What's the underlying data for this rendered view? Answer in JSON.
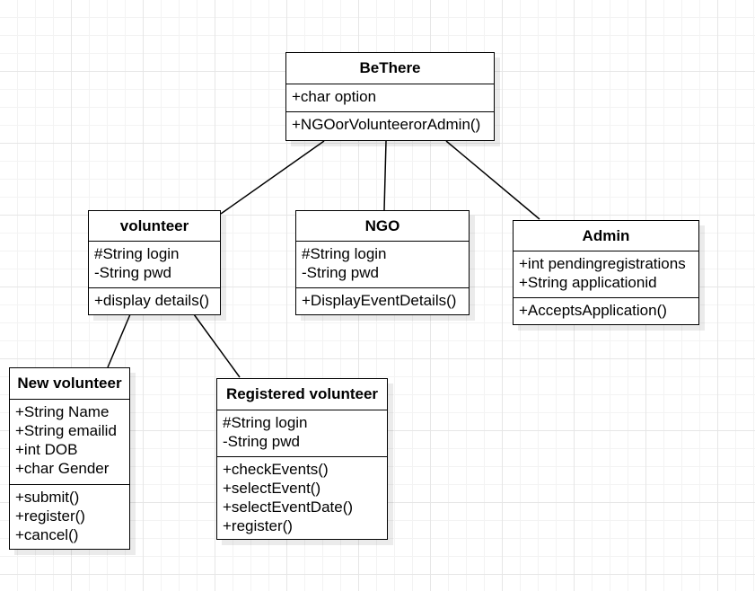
{
  "classes": {
    "bethere": {
      "name": "BeThere",
      "attributes": [
        "+char option"
      ],
      "methods": [
        "+NGOorVolunteerorAdmin()"
      ]
    },
    "volunteer": {
      "name": "volunteer",
      "attributes": [
        "#String login",
        "-String pwd"
      ],
      "methods": [
        "+display details()"
      ]
    },
    "ngo": {
      "name": "NGO",
      "attributes": [
        "#String login",
        "-String pwd"
      ],
      "methods": [
        "+DisplayEventDetails()"
      ]
    },
    "admin": {
      "name": "Admin",
      "attributes": [
        "+int pendingregistrations",
        "+String applicationid"
      ],
      "methods": [
        "+AcceptsApplication()"
      ]
    },
    "new_volunteer": {
      "name": "New volunteer",
      "attributes": [
        "+String Name",
        "+String emailid",
        "+int DOB",
        "+char Gender"
      ],
      "methods": [
        "+submit()",
        "+register()",
        "+cancel()"
      ]
    },
    "registered_volunteer": {
      "name": "Registered volunteer",
      "attributes": [
        "#String login",
        "-String pwd"
      ],
      "methods": [
        "+checkEvents()",
        "+selectEvent()",
        "+selectEventDate()",
        "+register()"
      ]
    }
  },
  "relations": [
    {
      "from": "bethere",
      "to": "volunteer"
    },
    {
      "from": "bethere",
      "to": "ngo"
    },
    {
      "from": "bethere",
      "to": "admin"
    },
    {
      "from": "volunteer",
      "to": "new_volunteer"
    },
    {
      "from": "volunteer",
      "to": "registered_volunteer"
    }
  ]
}
